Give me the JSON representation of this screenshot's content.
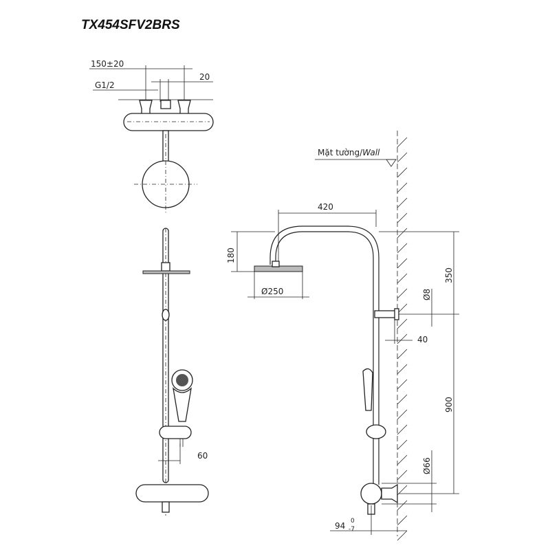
{
  "title": "TX454SFV2BRS",
  "front_view": {
    "dim_spacing": "150±20",
    "dim_thread": "G1/2",
    "dim_20": "20",
    "dim_60": "60"
  },
  "side_view": {
    "wall_label": "Mặt tường/",
    "wall_label_en": "Wall",
    "dim_420": "420",
    "dim_180": "180",
    "dim_head_dia": "Ø250",
    "dim_350": "350",
    "dim_d8": "Ø8",
    "dim_40": "40",
    "dim_900": "900",
    "dim_d66": "Ø66",
    "dim_94": "94",
    "tol_upper": "0",
    "tol_lower": "-7"
  }
}
